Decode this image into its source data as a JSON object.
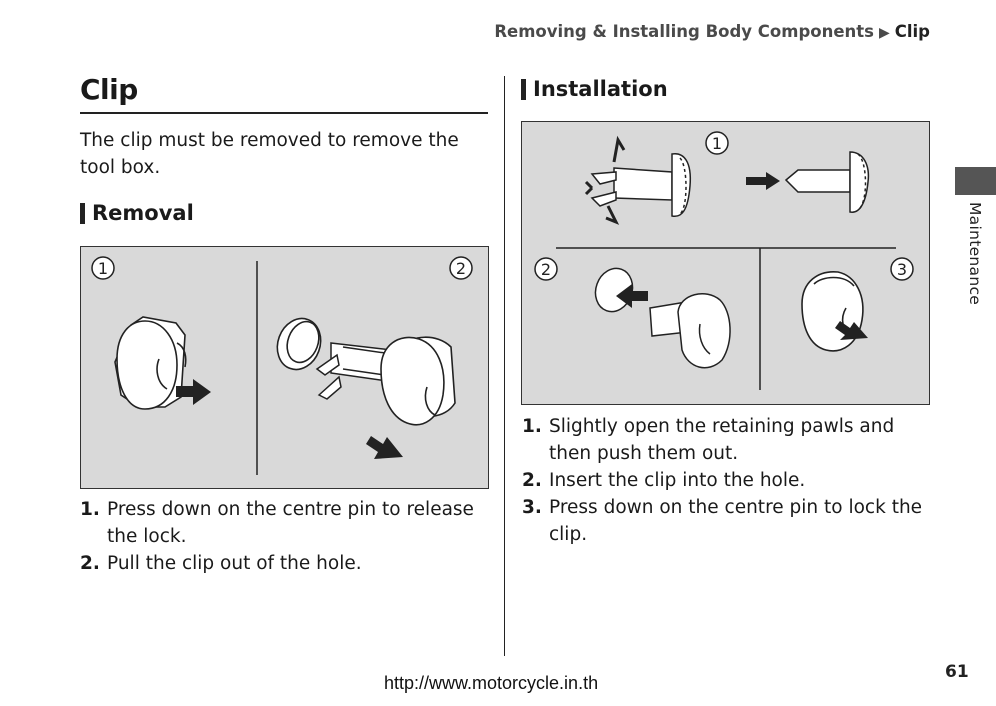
{
  "header": {
    "breadcrumb_section": "Removing & Installing Body Components",
    "breadcrumb_arrow": "▶",
    "breadcrumb_current": "Clip"
  },
  "left": {
    "title": "Clip",
    "intro": "The clip must be removed to remove the tool box.",
    "removal": {
      "heading": "Removal",
      "figure_markers": [
        "1",
        "2"
      ],
      "steps": [
        {
          "num": "1.",
          "text": "Press down on the centre pin to release the lock."
        },
        {
          "num": "2.",
          "text": "Pull the clip out of the hole."
        }
      ]
    }
  },
  "right": {
    "installation": {
      "heading": "Installation",
      "figure_markers": [
        "1",
        "2",
        "3"
      ],
      "steps": [
        {
          "num": "1.",
          "text": "Slightly open the retaining pawls and then push them out."
        },
        {
          "num": "2.",
          "text": "Insert the clip into the hole."
        },
        {
          "num": "3.",
          "text": "Press down on the centre pin to lock the clip."
        }
      ]
    }
  },
  "side_tab": {
    "label": "Maintenance"
  },
  "footer": {
    "page_number": "61",
    "url": "http://www.motorcycle.in.th"
  },
  "colors": {
    "figure_bg": "#d9d9d9",
    "tab": "#555555",
    "text": "#1a1a1a"
  }
}
